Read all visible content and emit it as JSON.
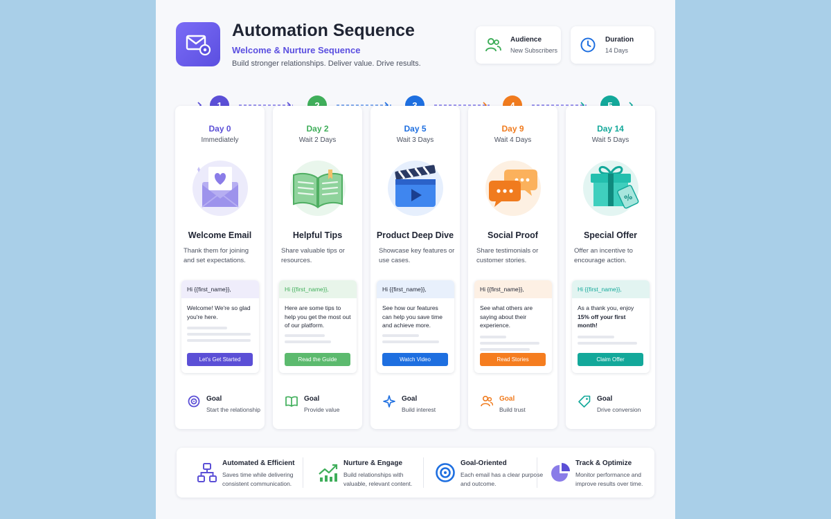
{
  "header": {
    "title": "Automation Sequence",
    "subtitle": "Welcome & Nurture Sequence",
    "tagline": "Build stronger relationships. Deliver value. Drive results.",
    "logo_icon": "envelope-gear-icon",
    "audience": {
      "label": "Audience",
      "value": "New Subscribers",
      "icon": "users-icon"
    },
    "duration": {
      "label": "Duration",
      "value": "14 Days",
      "icon": "clock-icon"
    }
  },
  "colors": {
    "purple": "#5b4fd6",
    "green": "#3fae5a",
    "blue": "#1e6fe0",
    "orange": "#f07b1e",
    "teal": "#13a89a"
  },
  "steps": [
    {
      "number": "1",
      "day": "Day 0",
      "wait": "Immediately",
      "title": "Welcome Email",
      "description": "Thank them for joining and set expectations.",
      "email_greeting": "Hi {{first_name}},",
      "email_body": "Welcome! We're so glad you're here.",
      "button": "Let's Get Started",
      "goal_label": "Goal",
      "goal": "Start the relationship",
      "illustration": "envelope-heart-icon",
      "goal_icon": "target-icon"
    },
    {
      "number": "2",
      "day": "Day 2",
      "wait": "Wait 2 Days",
      "title": "Helpful Tips",
      "description": "Share valuable tips or resources.",
      "email_greeting": "Hi {{first_name}},",
      "email_body": "Here are some tips to help you get the most out of our platform.",
      "button": "Read the Guide",
      "goal_label": "Goal",
      "goal": "Provide value",
      "illustration": "open-book-icon",
      "goal_icon": "book-icon"
    },
    {
      "number": "3",
      "day": "Day 5",
      "wait": "Wait 3 Days",
      "title": "Product Deep Dive",
      "description": "Showcase key features or use cases.",
      "email_greeting": "Hi {{first_name}},",
      "email_body": "See how our features can help you save time and achieve more.",
      "button": "Watch Video",
      "goal_label": "Goal",
      "goal": "Build interest",
      "illustration": "clapperboard-icon",
      "goal_icon": "sparkle-icon"
    },
    {
      "number": "4",
      "day": "Day 9",
      "wait": "Wait 4 Days",
      "title": "Social Proof",
      "description": "Share testimonials or customer stories.",
      "email_greeting": "Hi {{first_name}},",
      "email_body": "See what others are saying about their experience.",
      "button": "Read Stories",
      "goal_label": "Goal",
      "goal": "Build trust",
      "illustration": "chat-bubbles-icon",
      "goal_icon": "users-icon"
    },
    {
      "number": "5",
      "day": "Day 14",
      "wait": "Wait 5 Days",
      "title": "Special Offer",
      "description": "Offer an incentive to encourage action.",
      "email_greeting": "Hi {{first_name}},",
      "email_body_pre": "As a thank you, enjoy",
      "email_body_bold": "15% off your first month!",
      "button": "Claim Offer",
      "goal_label": "Goal",
      "goal": "Drive conversion",
      "illustration": "gift-tag-icon",
      "goal_icon": "tag-icon"
    }
  ],
  "features": [
    {
      "title": "Automated & Efficient",
      "description": "Saves time while delivering consistent communication.",
      "icon": "hierarchy-icon"
    },
    {
      "title": "Nurture & Engage",
      "description": "Build relationships with valuable, relevant content.",
      "icon": "growth-chart-icon"
    },
    {
      "title": "Goal-Oriented",
      "description": "Each email has a clear purpose and outcome.",
      "icon": "target-icon"
    },
    {
      "title": "Track & Optimize",
      "description": "Monitor performance and improve results over time.",
      "icon": "pie-chart-icon"
    }
  ]
}
